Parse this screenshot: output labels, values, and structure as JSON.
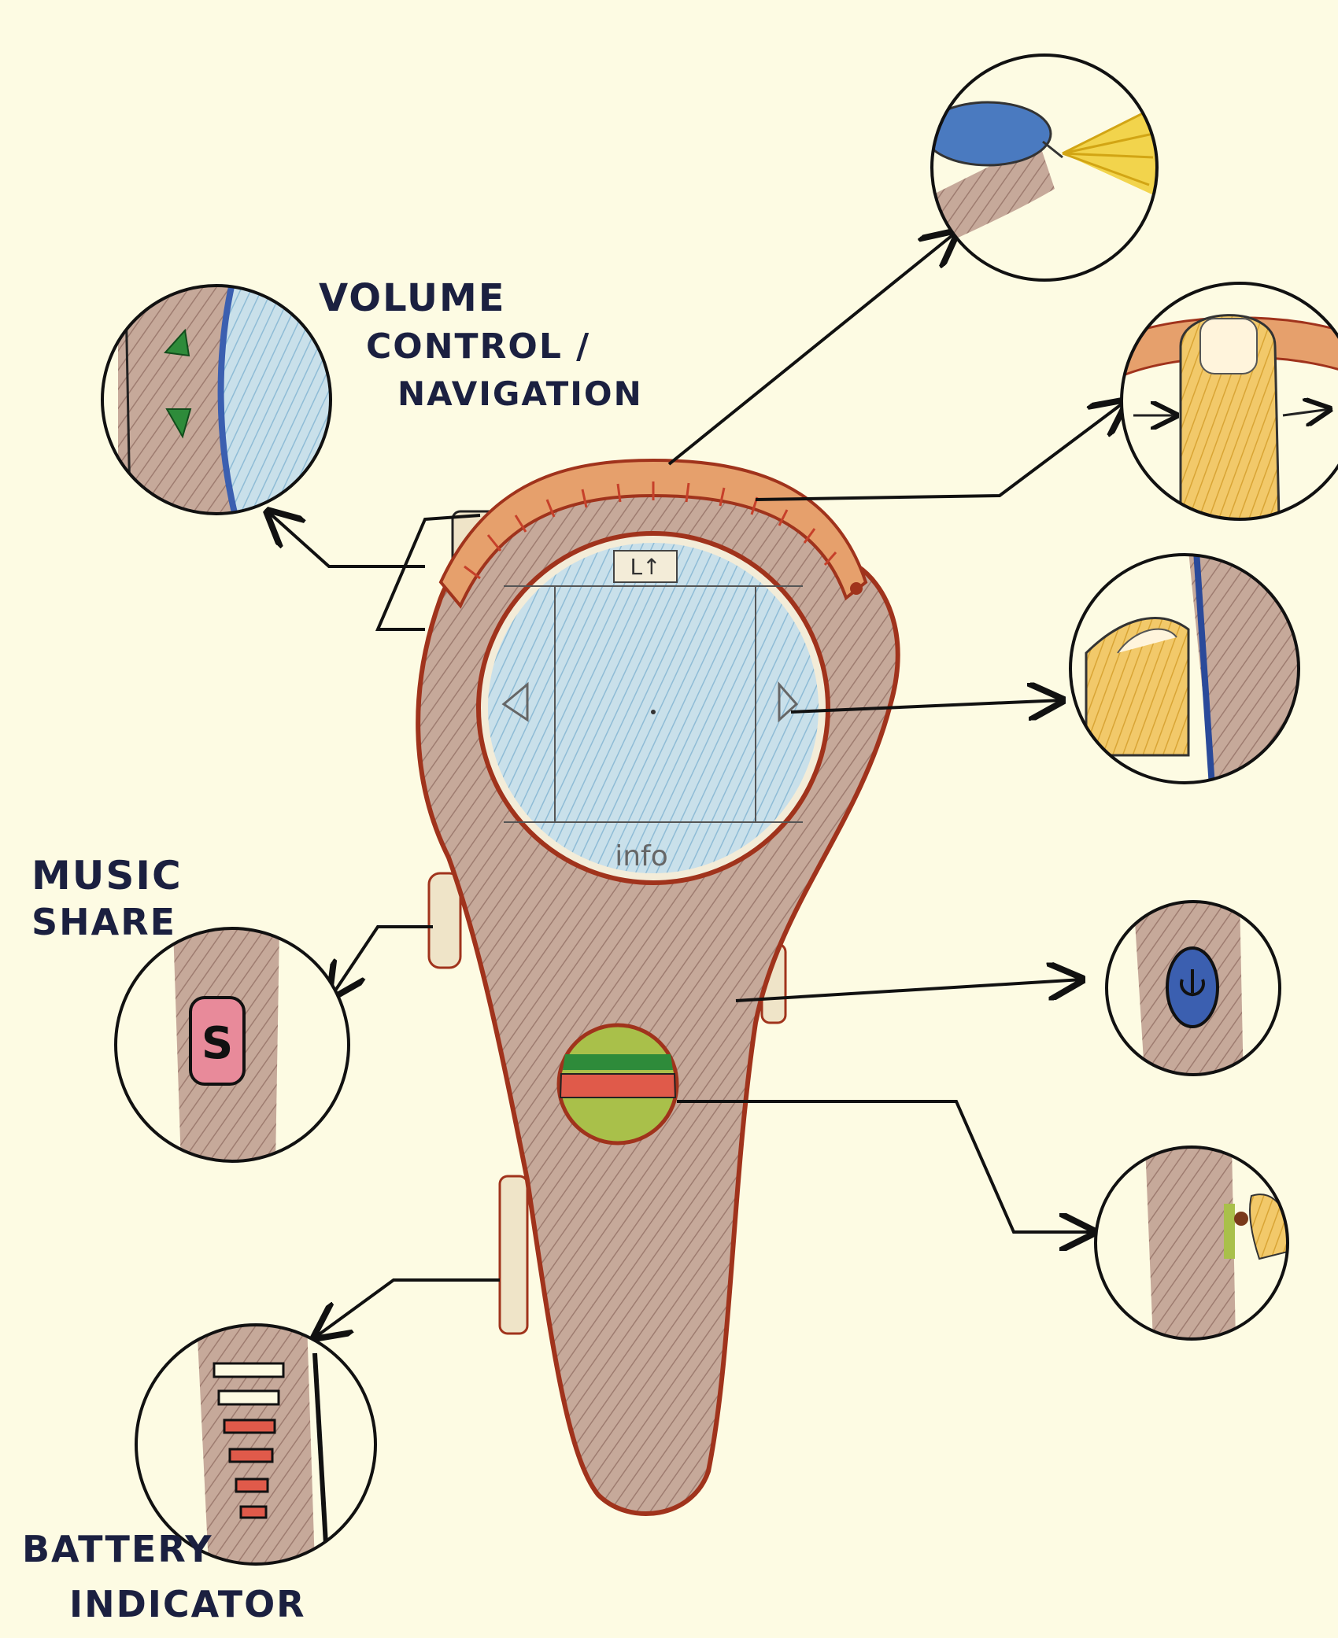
{
  "labels": {
    "volume": [
      "VOLUME",
      "CONTROL /",
      "NAVIGATION"
    ],
    "music": [
      "MUSIC",
      "SHARE"
    ],
    "battery": [
      "BATTERY",
      "INDICATOR"
    ]
  },
  "screen": {
    "top_label": "L↑",
    "bottom_label": "info"
  },
  "share_button_glyph": "S",
  "colors": {
    "paper": "#fdfbe3",
    "body_fill": "#b89a8a",
    "outline": "#a0331c",
    "screen": "#bcd9e6",
    "strap": "#e6a06c",
    "accent_green": "#2e8b3a",
    "accent_yellow": "#f2d44c",
    "accent_pink": "#e88a9a",
    "accent_blue": "#3b5fb0",
    "battery_red": "#e05a4a"
  },
  "icons": {
    "volume_nav": [
      "triangle-up-icon",
      "triangle-down-icon"
    ],
    "power": "power-icon",
    "light": "light-beam-icon",
    "share": "share-s-icon"
  }
}
